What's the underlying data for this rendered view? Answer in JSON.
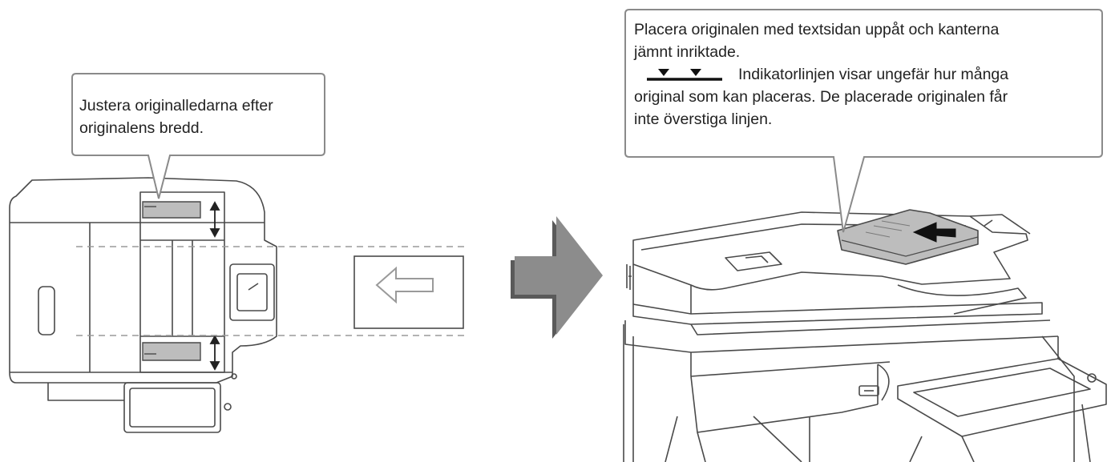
{
  "callouts": {
    "left": {
      "line1": "Justera originalledarna efter",
      "line2": "originalens bredd."
    },
    "right": {
      "line1": "Placera originalen med textsidan uppåt och kanterna",
      "line2": "jämnt inriktade.",
      "indicator_text": "Indikatorlinjen visar ungefär hur många",
      "line4": "original som kan placeras. De placerade originalen får",
      "line5": "inte överstiga linjen."
    }
  },
  "colors": {
    "outline": "#4a4a4a",
    "callout_border": "#8a8a8a",
    "guide_fill": "#bdbdbd",
    "arrow_fill": "#8c8c8c",
    "arrow_shadow": "#5a5a5a",
    "dashed_line": "#9a9a9a"
  },
  "icons": {
    "direction_arrow": "arrow-right-icon",
    "feed_arrow": "arrow-left-icon",
    "indicator": "indicator-line-icon"
  }
}
